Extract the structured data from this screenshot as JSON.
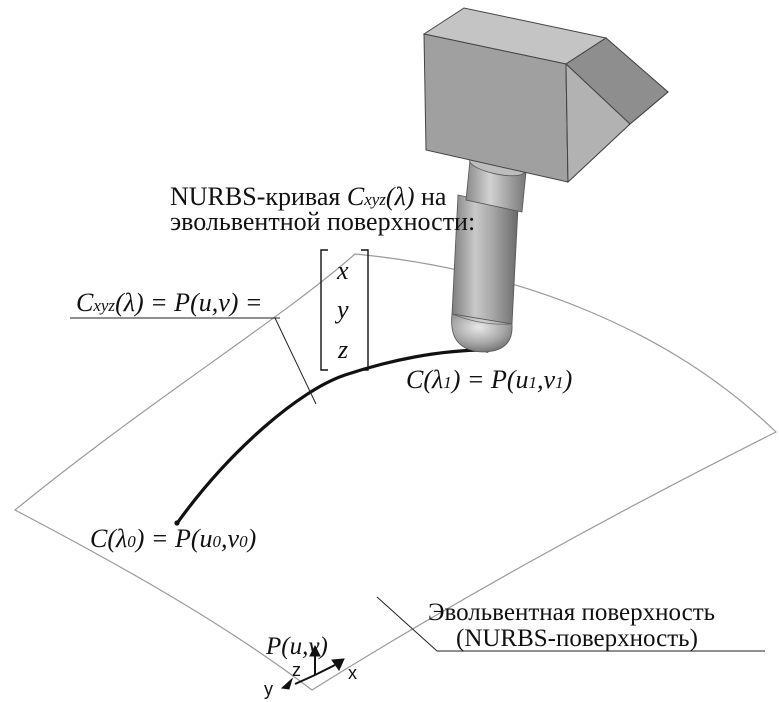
{
  "curve_label": {
    "prefix": "NURBS-кривая ",
    "symbol": "C",
    "subscript": "xyz",
    "argument": "(λ)",
    "suffix": " на",
    "line2": "эвольвентной поверхности:"
  },
  "equation": {
    "lhs_symbol": "C",
    "lhs_subscript": "xyz",
    "lhs_argument": "(λ)",
    "middle": " = P(u,v) =",
    "vector": [
      "x",
      "y",
      "z"
    ]
  },
  "end_point": {
    "left": "C(λ",
    "left_sub": "1",
    "middle": ") = P(u",
    "u_sub": "1",
    "comma": ",v",
    "v_sub": "1",
    "close": ")"
  },
  "start_point": {
    "left": "C(λ",
    "left_sub": "0",
    "middle": ") = P(u",
    "u_sub": "0",
    "comma": ",v",
    "v_sub": "0",
    "close": ")"
  },
  "surface_label": {
    "line1": "Эвольвентная поверхность",
    "line2": "(NURBS-поверхность)"
  },
  "origin_label": "P(u,v)",
  "axes": {
    "z": "z",
    "y": "y",
    "x": "x"
  },
  "colors": {
    "ink": "#111111",
    "surface_edge": "#8a8a8a",
    "tool_light": "#b8b8b8",
    "tool_mid": "#9a9a9a",
    "tool_dark": "#707070"
  }
}
